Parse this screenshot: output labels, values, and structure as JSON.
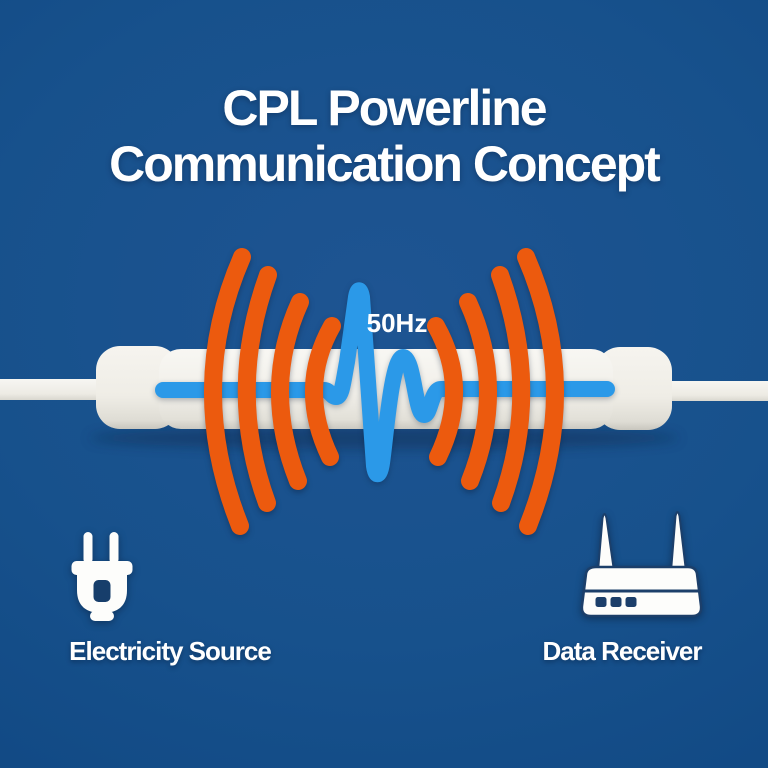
{
  "title": {
    "line1": "CPL Powerline",
    "line2": "Communication Concept"
  },
  "diagram": {
    "frequency_label": "50Hz",
    "arcs_per_side": 4,
    "colors": {
      "background": "#14498A",
      "signal_arc_orange": "#EC5A0E",
      "waveform_blue": "#2B99E8",
      "cable_white": "#F2F0EA",
      "text_white": "#FFFFFF"
    }
  },
  "nodes": {
    "source": {
      "label": "Electricity Source",
      "icon": "power-plug-icon"
    },
    "receiver": {
      "label": "Data Receiver",
      "icon": "wifi-router-icon"
    }
  }
}
